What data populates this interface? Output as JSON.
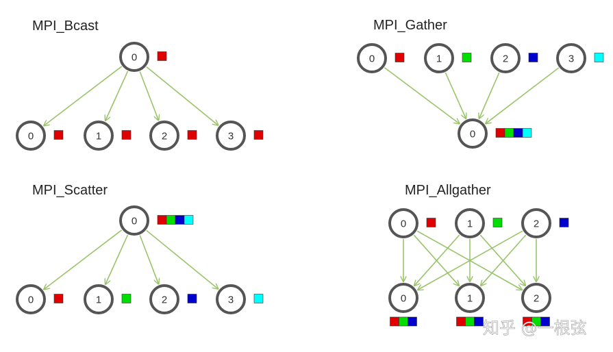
{
  "colors": {
    "red": "#e00000",
    "green": "#00dd00",
    "blue": "#0000cc",
    "cyan": "#00ffff",
    "arrow": "#9ac46a",
    "node_stroke": "#555555"
  },
  "watermark": "知乎 @一根弦",
  "panels": [
    {
      "title": "MPI_Bcast",
      "top_nodes": [
        {
          "label": "0",
          "blocks": [
            "red"
          ]
        }
      ],
      "bottom_nodes": [
        {
          "label": "0",
          "blocks": [
            "red"
          ]
        },
        {
          "label": "1",
          "blocks": [
            "red"
          ]
        },
        {
          "label": "2",
          "blocks": [
            "red"
          ]
        },
        {
          "label": "3",
          "blocks": [
            "red"
          ]
        }
      ]
    },
    {
      "title": "MPI_Gather",
      "top_nodes": [
        {
          "label": "0",
          "blocks": [
            "red"
          ]
        },
        {
          "label": "1",
          "blocks": [
            "green"
          ]
        },
        {
          "label": "2",
          "blocks": [
            "blue"
          ]
        },
        {
          "label": "3",
          "blocks": [
            "cyan"
          ]
        }
      ],
      "bottom_nodes": [
        {
          "label": "0",
          "blocks": [
            "red",
            "green",
            "blue",
            "cyan"
          ]
        }
      ]
    },
    {
      "title": "MPI_Scatter",
      "top_nodes": [
        {
          "label": "0",
          "blocks": [
            "red",
            "green",
            "blue",
            "cyan"
          ]
        }
      ],
      "bottom_nodes": [
        {
          "label": "0",
          "blocks": [
            "red"
          ]
        },
        {
          "label": "1",
          "blocks": [
            "green"
          ]
        },
        {
          "label": "2",
          "blocks": [
            "blue"
          ]
        },
        {
          "label": "3",
          "blocks": [
            "cyan"
          ]
        }
      ]
    },
    {
      "title": "MPI_Allgather",
      "top_nodes": [
        {
          "label": "0",
          "blocks": [
            "red"
          ]
        },
        {
          "label": "1",
          "blocks": [
            "green"
          ]
        },
        {
          "label": "2",
          "blocks": [
            "blue"
          ]
        }
      ],
      "bottom_nodes": [
        {
          "label": "0",
          "blocks": [
            "red",
            "green",
            "blue"
          ]
        },
        {
          "label": "1",
          "blocks": [
            "red",
            "green",
            "blue"
          ]
        },
        {
          "label": "2",
          "blocks": [
            "red",
            "green",
            "blue"
          ]
        }
      ]
    }
  ],
  "edges": [
    {
      "panel": 0,
      "from": 0,
      "to": 0
    },
    {
      "panel": 0,
      "from": 0,
      "to": 1
    },
    {
      "panel": 0,
      "from": 0,
      "to": 2
    },
    {
      "panel": 0,
      "from": 0,
      "to": 3
    },
    {
      "panel": 1,
      "from": 0,
      "to": 0
    },
    {
      "panel": 1,
      "from": 1,
      "to": 0
    },
    {
      "panel": 1,
      "from": 2,
      "to": 0
    },
    {
      "panel": 1,
      "from": 3,
      "to": 0
    },
    {
      "panel": 2,
      "from": 0,
      "to": 0
    },
    {
      "panel": 2,
      "from": 0,
      "to": 1
    },
    {
      "panel": 2,
      "from": 0,
      "to": 2
    },
    {
      "panel": 2,
      "from": 0,
      "to": 3
    },
    {
      "panel": 3,
      "from": 0,
      "to": 0
    },
    {
      "panel": 3,
      "from": 0,
      "to": 1
    },
    {
      "panel": 3,
      "from": 0,
      "to": 2
    },
    {
      "panel": 3,
      "from": 1,
      "to": 0
    },
    {
      "panel": 3,
      "from": 1,
      "to": 1
    },
    {
      "panel": 3,
      "from": 1,
      "to": 2
    },
    {
      "panel": 3,
      "from": 2,
      "to": 0
    },
    {
      "panel": 3,
      "from": 2,
      "to": 1
    },
    {
      "panel": 3,
      "from": 2,
      "to": 2
    }
  ]
}
